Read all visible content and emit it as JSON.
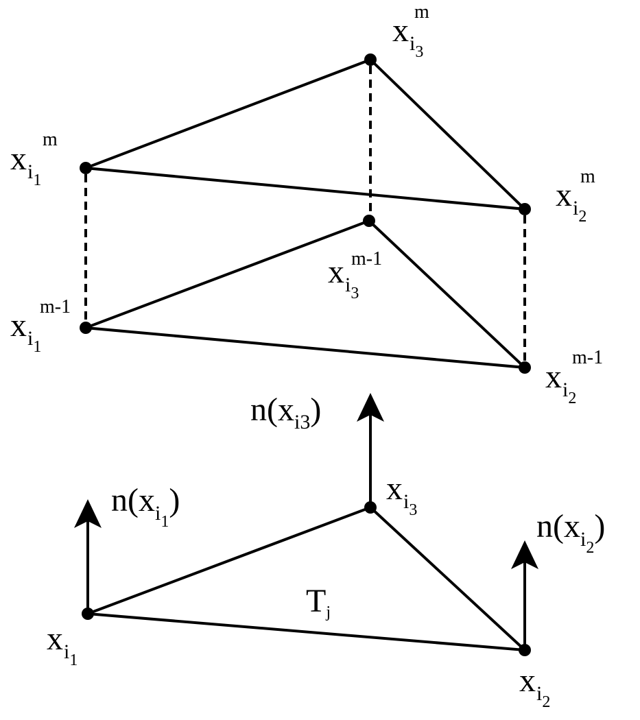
{
  "diagram": {
    "top_triangle": {
      "v1": {
        "base": "x",
        "sub": "i",
        "subsub": "1",
        "sup": "m"
      },
      "v2": {
        "base": "x",
        "sub": "i",
        "subsub": "2",
        "sup": "m"
      },
      "v3": {
        "base": "x",
        "sub": "i",
        "subsub": "3",
        "sup": "m"
      }
    },
    "middle_triangle": {
      "v1": {
        "base": "x",
        "sub": "i",
        "subsub": "1",
        "sup": "m-1"
      },
      "v2": {
        "base": "x",
        "sub": "i",
        "subsub": "2",
        "sup": "m-1"
      },
      "v3": {
        "base": "x",
        "sub": "i",
        "subsub": "3",
        "sup": "m-1"
      }
    },
    "bottom_triangle": {
      "v1": {
        "base": "x",
        "sub": "i",
        "subsub": "1"
      },
      "v2": {
        "base": "x",
        "sub": "i",
        "subsub": "2"
      },
      "v3": {
        "base": "x",
        "sub": "i",
        "subsub": "3"
      },
      "face_label": {
        "base": "T",
        "sub": "j"
      }
    },
    "normals": {
      "n1": {
        "prefix": "n(",
        "base": "x",
        "sub": "i",
        "subsub": "1",
        "suffix": ")"
      },
      "n2": {
        "prefix": "n(",
        "base": "x",
        "sub": "i",
        "subsub": "2",
        "suffix": ")"
      },
      "n3": {
        "prefix": "n(",
        "base": "x",
        "sub": "i3",
        "suffix": ")"
      }
    }
  }
}
